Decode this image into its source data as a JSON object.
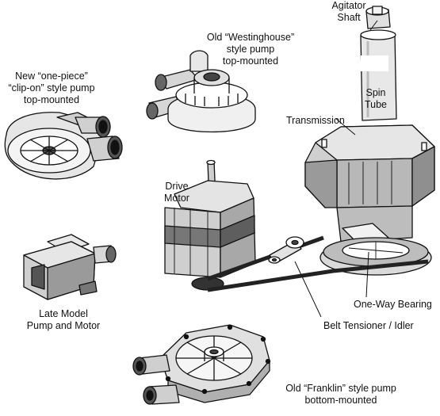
{
  "labels": {
    "agitator_shaft": [
      "Agitator",
      "Shaft"
    ],
    "westinghouse_pump": [
      "Old “Westinghouse”",
      "style pump",
      "top-mounted"
    ],
    "one_piece_pump": [
      "New “one-piece”",
      "“clip-on” style pump",
      "top-mounted"
    ],
    "spin_tube": [
      "Spin",
      "Tube"
    ],
    "transmission": "Transmission",
    "drive_motor": [
      "Drive",
      "Motor"
    ],
    "late_model_pump": [
      "Late Model",
      "Pump and Motor"
    ],
    "one_way_bearing": "One-Way Bearing",
    "belt_tensioner": "Belt Tensioner / Idler",
    "franklin_pump": [
      "Old “Franklin” style pump",
      "bottom-mounted"
    ]
  },
  "colors": {
    "outline": "#111111",
    "light_gray": "#d9d9d9",
    "mid_gray": "#a8a8a8",
    "dark_gray": "#6f6f6f",
    "white": "#ffffff"
  }
}
